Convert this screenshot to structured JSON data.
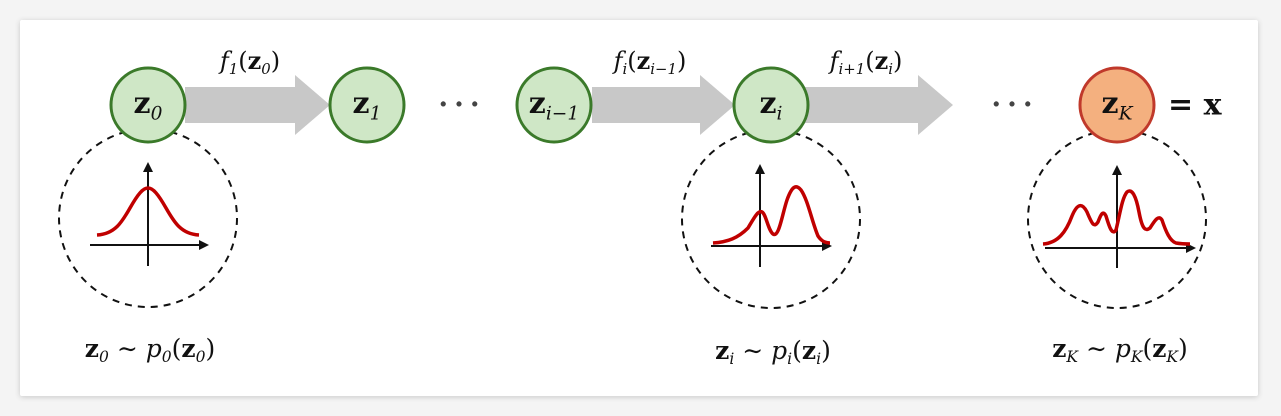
{
  "diagram": {
    "nodes": [
      {
        "id": "z0",
        "symbol": "z",
        "subscript": "0",
        "color": "#cfe7c6",
        "stroke": "#3b7a2a"
      },
      {
        "id": "z1",
        "symbol": "z",
        "subscript": "1",
        "color": "#cfe7c6",
        "stroke": "#3b7a2a"
      },
      {
        "id": "zi-1",
        "symbol": "z",
        "subscript": "i−1",
        "color": "#cfe7c6",
        "stroke": "#3b7a2a"
      },
      {
        "id": "zi",
        "symbol": "z",
        "subscript": "i",
        "color": "#cfe7c6",
        "stroke": "#3b7a2a"
      },
      {
        "id": "zK",
        "symbol": "z",
        "subscript": "K",
        "color": "#f4b07f",
        "stroke": "#c0392b"
      }
    ],
    "arrows": [
      {
        "fn": "f",
        "fn_sub": "1",
        "arg_sub": "0"
      },
      {
        "fn": "f",
        "fn_sub": "i",
        "arg_sub": "i−1"
      },
      {
        "fn": "f",
        "fn_sub": "i+1",
        "arg_sub": "i"
      }
    ],
    "ellipsis": "···",
    "final_equals": "= x",
    "distributions": [
      {
        "node": "z0",
        "label_z_sub": "0",
        "p_sub": "0",
        "shape": "unimodal"
      },
      {
        "node": "zi",
        "label_z_sub": "i",
        "p_sub": "i",
        "shape": "bimodal"
      },
      {
        "node": "zK",
        "label_z_sub": "K",
        "p_sub": "K",
        "shape": "multimodal"
      }
    ],
    "colors": {
      "arrow": "#c8c8c8",
      "curve": "#c00000",
      "node_green_fill": "#cfe7c6",
      "node_green_stroke": "#3b7a2a",
      "node_orange_fill": "#f4b07f",
      "node_orange_stroke": "#c0392b"
    }
  }
}
